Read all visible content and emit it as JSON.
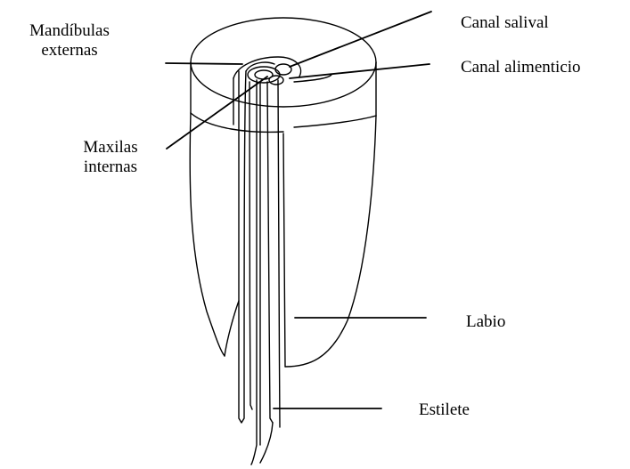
{
  "labels": {
    "mandibulas_line1": "Mandíbulas",
    "mandibulas_line2": "externas",
    "maxilas_line1": "Maxilas",
    "maxilas_line2": "internas",
    "canal_salival": "Canal salival",
    "canal_alimenticio": "Canal alimenticio",
    "labio": "Labio",
    "estilete": "Estilete"
  },
  "colors": {
    "ink": "#000000",
    "paper": "#ffffff"
  }
}
